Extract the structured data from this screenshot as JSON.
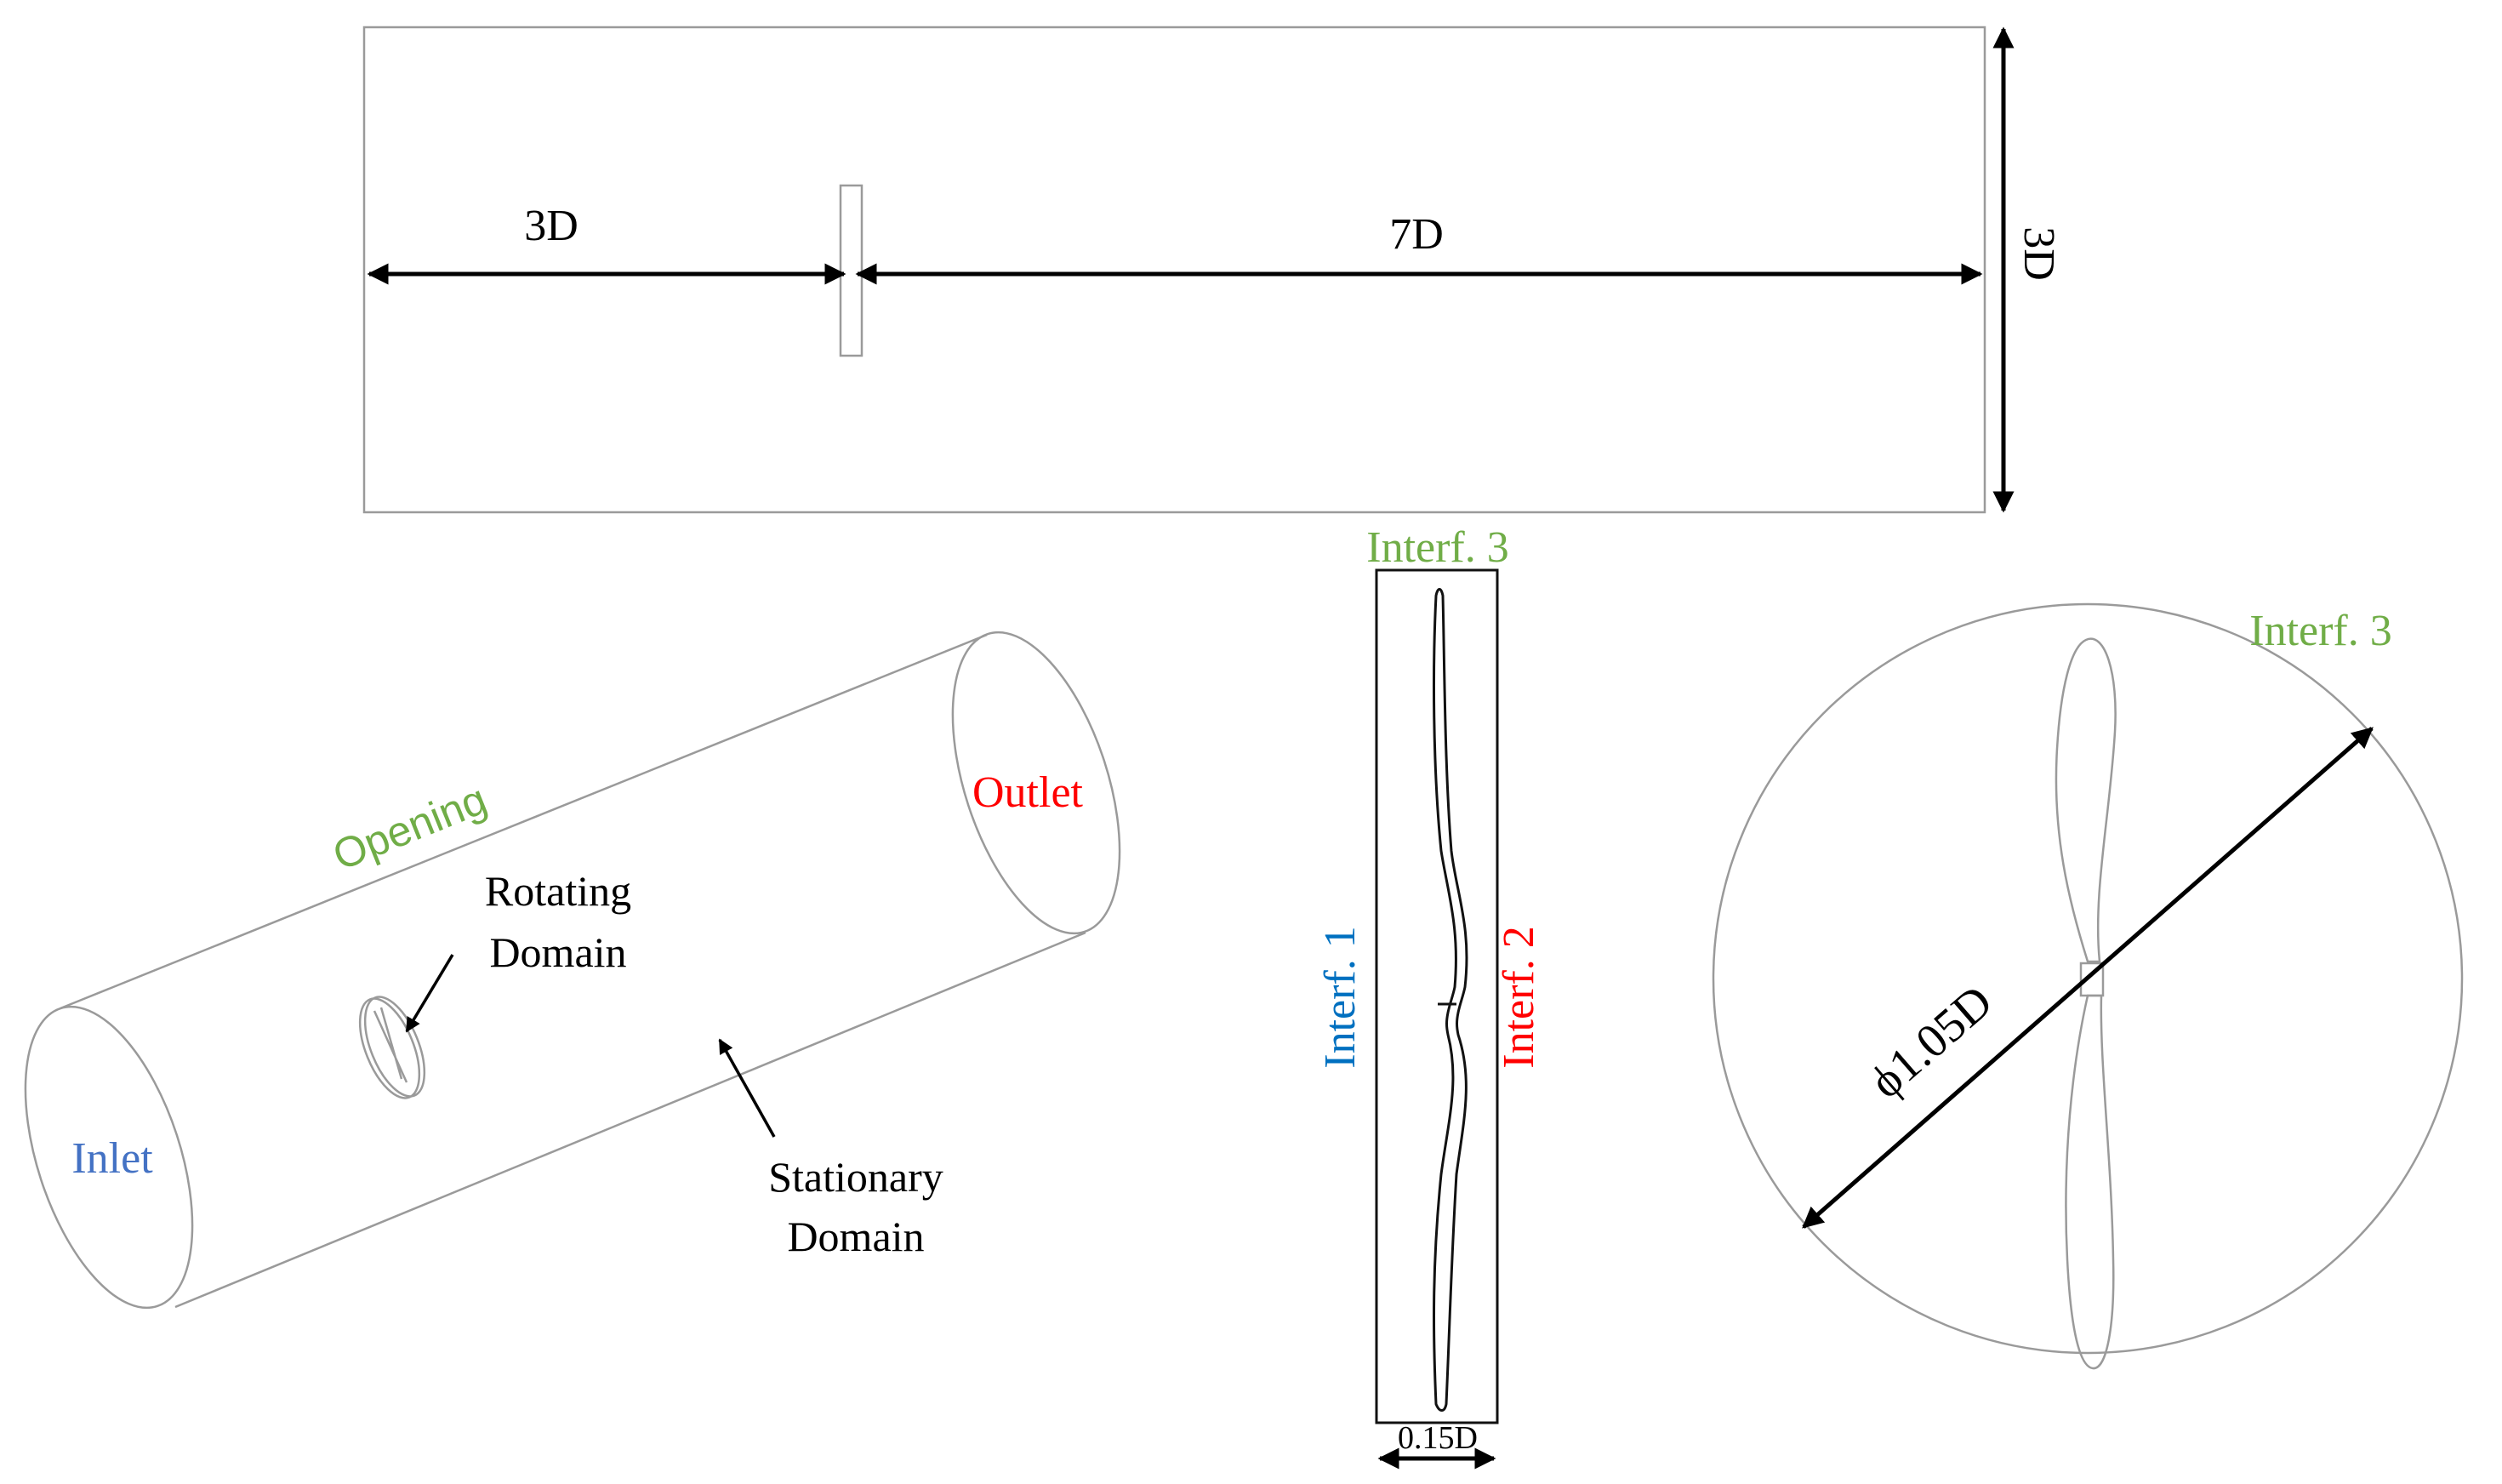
{
  "colors": {
    "green": "#70ad47",
    "red": "#ff0000",
    "inlet_blue": "#4472c4",
    "interf_blue": "#0070c0",
    "black": "#000000"
  },
  "top_view": {
    "dim_upstream": "3D",
    "dim_downstream": "7D",
    "dim_height": "3D"
  },
  "iso_view": {
    "opening": "Opening",
    "outlet": "Outlet",
    "inlet": "Inlet",
    "rotating_line1": "Rotating",
    "rotating_line2": "Domain",
    "stationary_line1": "Stationary",
    "stationary_line2": "Domain"
  },
  "side_view": {
    "interf3": "Interf. 3",
    "interf1": "Interf. 1",
    "interf2": "Interf. 2",
    "thickness": "0.15D"
  },
  "front_view": {
    "interf3": "Interf. 3",
    "diameter": "ϕ1.05D"
  }
}
